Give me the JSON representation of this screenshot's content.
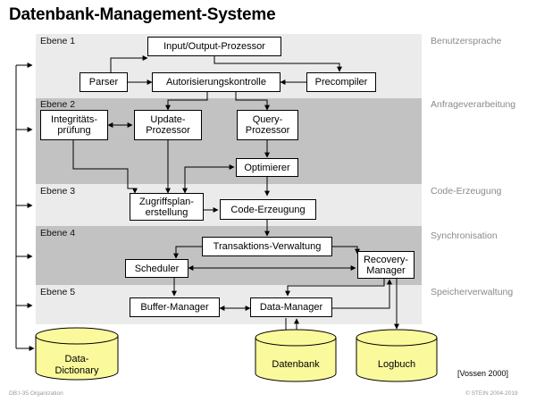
{
  "title": "Datenbank-Management-Systeme",
  "levels": {
    "l1": {
      "label": "Ebene 1",
      "category": "Benutzersprache"
    },
    "l2": {
      "label": "Ebene 2",
      "category": "Anfrageverarbeitung"
    },
    "l3": {
      "label": "Ebene 3",
      "category": "Code-Erzeugung"
    },
    "l4": {
      "label": "Ebene 4",
      "category": "Synchronisation"
    },
    "l5": {
      "label": "Ebene 5",
      "category": "Speicherverwaltung"
    }
  },
  "boxes": {
    "io_prozessor": "Input/Output-Prozessor",
    "parser": "Parser",
    "autorisierung": "Autorisierungskontrolle",
    "precompiler": "Precompiler",
    "integritaet": "Integritäts-\nprüfung",
    "update": "Update-\nProzessor",
    "query": "Query-\nProzessor",
    "optimierer": "Optimierer",
    "zugriffsplan": "Zugriffsplan-\nerstellung",
    "code_erzeugung": "Code-Erzeugung",
    "transaktion": "Transaktions-Verwaltung",
    "scheduler": "Scheduler",
    "recovery": "Recovery-\nManager",
    "buffer": "Buffer-Manager",
    "data_manager": "Data-Manager"
  },
  "storage": {
    "dictionary": [
      "Data-",
      "Dictionary"
    ],
    "datenbank": "Datenbank",
    "logbuch": "Logbuch"
  },
  "colors": {
    "cylinder_fill": "#fafa9c",
    "band_light": "#ebebeb",
    "band_dark": "#c2c2c2"
  },
  "reference": "[Vossen 2000]",
  "footer": {
    "left": "DB:I-35   Organization",
    "right": "© STEIN 2004-2019"
  }
}
